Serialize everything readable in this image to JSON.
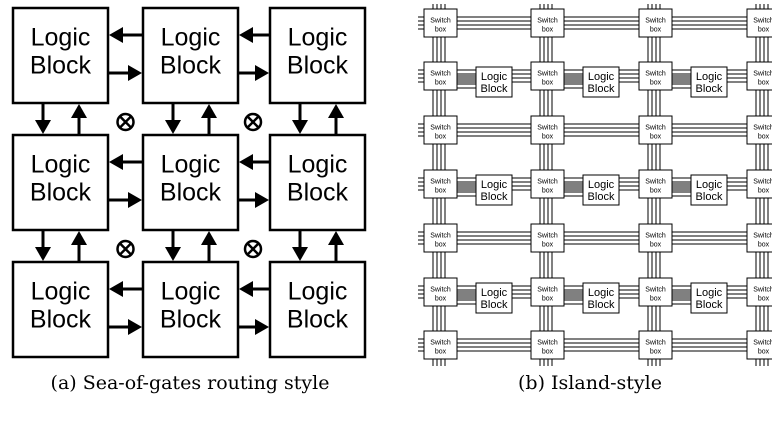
{
  "sea_of_gates": {
    "logic_block_line1": "Logic",
    "logic_block_line2": "Block",
    "caption": "(a) Sea-of-gates routing style"
  },
  "island_style": {
    "switch_box_line1": "Switch",
    "switch_box_line2": "box",
    "logic_block_line1": "Logic",
    "logic_block_line2": "Block",
    "caption": "(b) Island-style"
  }
}
